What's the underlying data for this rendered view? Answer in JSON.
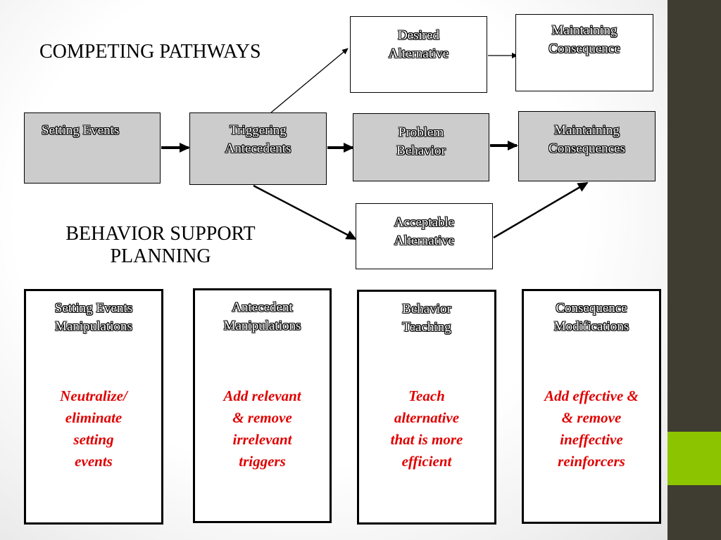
{
  "colors": {
    "sidebar": "#3f3d31",
    "accent": "#8dc400",
    "box_gray": "#cccccc",
    "strategy_text": "#e00000"
  },
  "headings": {
    "competing": "COMPETING PATHWAYS",
    "planning": "BEHAVIOR SUPPORT\nPLANNING"
  },
  "pathway": {
    "setting_events": "Setting Events",
    "triggering_antecedents": "Triggering\nAntecedents",
    "problem_behavior": "Problem\nBehavior",
    "maintaining_consequences": "Maintaining\nConsequences",
    "desired_alternative": "Desired\nAlternative",
    "maintaining_consequence": "Maintaining\nConsequence",
    "acceptable_alternative": "Acceptable\nAlternative"
  },
  "planning": [
    {
      "title": "Setting Events\nManipulations",
      "strategy": "Neutralize/\neliminate\nsetting\nevents"
    },
    {
      "title": "Antecedent\nManipulations",
      "strategy": "Add relevant\n& remove\nirrelevant\ntriggers"
    },
    {
      "title": "Behavior\nTeaching",
      "strategy": "Teach\nalternative\nthat is more\nefficient"
    },
    {
      "title": "Consequence\nModifications",
      "strategy": "Add effective &\n& remove\nineffective\nreinforcers"
    }
  ]
}
